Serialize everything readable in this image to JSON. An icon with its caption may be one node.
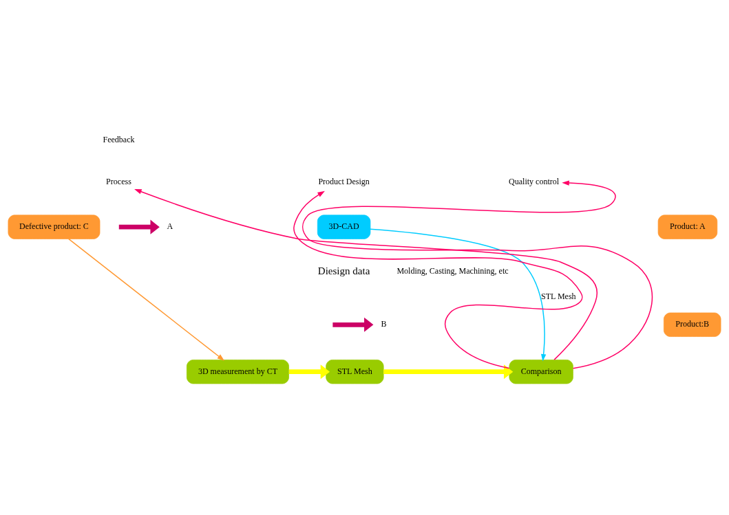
{
  "diagram": {
    "nodes": [
      {
        "text": [
          "Product Design"
        ]
      },
      {
        "text": [
          "Process"
        ]
      },
      {
        "text": [
          "Quality control"
        ]
      },
      {
        "text": [
          "3D-CAD"
        ],
        "beside": [
          "Diesign data"
        ]
      },
      {
        "text": [
          "A"
        ]
      },
      {
        "text": [
          "B"
        ]
      },
      {
        "text": [
          "Product: A"
        ]
      },
      {
        "text": [
          "Product:B"
        ]
      },
      {
        "text": [
          "Defective product: C"
        ]
      },
      {
        "text": [
          "3D measurement by CT"
        ]
      },
      {
        "text": [
          "STL Mesh"
        ]
      },
      {
        "text": [
          "Comparison"
        ]
      }
    ],
    "edges": [
      {
        "from": 11,
        "to": 0,
        "arrow": "to",
        "color": "#ff0066"
      },
      {
        "from": 11,
        "to": 1,
        "arrow": "to",
        "color": "#ff0066"
      },
      {
        "from": 11,
        "to": 2,
        "arrow": "to",
        "color": "#ff0066"
      },
      {
        "from": null,
        "to": 4,
        "arrow": "to",
        "style": "thick",
        "color": "#cc0066"
      },
      {
        "from": null,
        "to": 5,
        "arrow": "to",
        "style": "thick",
        "color": "#cc0066"
      },
      {
        "from": 8,
        "to": 9,
        "arrow": "to",
        "color": "#ff9933"
      },
      {
        "from": 3,
        "to": 11,
        "arrow": "to",
        "label": "STL Mesh",
        "color": "#00ccff"
      },
      {
        "from": 9,
        "to": 10,
        "arrow": "to",
        "style": "thick",
        "color": "#ffff00"
      },
      {
        "from": 10,
        "to": 11,
        "arrow": "to",
        "style": "thick",
        "color": "#ffff00"
      }
    ],
    "labels": [
      "Feedback",
      "Molding, Casting, Machining, etc"
    ]
  }
}
